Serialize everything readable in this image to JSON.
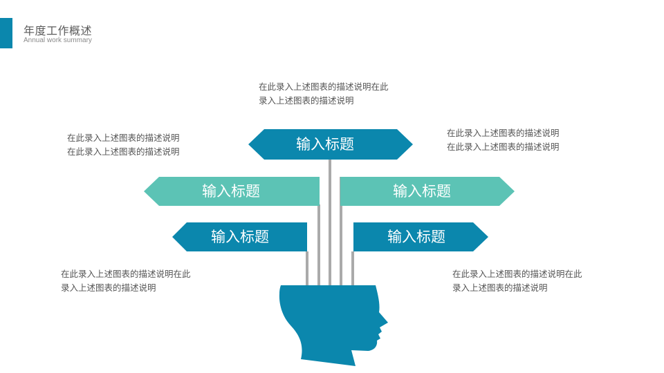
{
  "header": {
    "title": "年度工作概述",
    "subtitle": "Annual work summary"
  },
  "colors": {
    "blue": "#0b87ad",
    "teal": "#5cc3b5",
    "post": "#aaaaaa",
    "accent": "#0b87ad"
  },
  "signs": [
    {
      "label": "输入标题",
      "color": "blue"
    },
    {
      "label": "输入标题",
      "color": "teal"
    },
    {
      "label": "输入标题",
      "color": "teal"
    },
    {
      "label": "输入标题",
      "color": "blue"
    },
    {
      "label": "输入标题",
      "color": "blue"
    }
  ],
  "descriptions": {
    "top": [
      "在此录入上述图表的描述说明在此",
      "录入上述图表的描述说明"
    ],
    "upper_left": [
      "在此录入上述图表的描述说明",
      "在此录入上述图表的描述说明"
    ],
    "upper_right": [
      "在此录入上述图表的描述说明",
      "在此录入上述图表的描述说明"
    ],
    "lower_left": [
      "在此录入上述图表的描述说明在此",
      "录入上述图表的描述说明"
    ],
    "lower_right": [
      "在此录入上述图表的描述说明在此",
      "录入上述图表的描述说明"
    ]
  },
  "icons": [
    "head-silhouette-icon"
  ]
}
